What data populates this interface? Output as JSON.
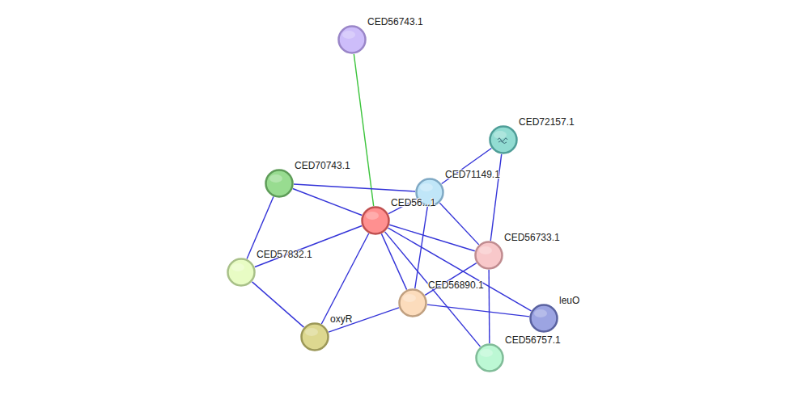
{
  "diagram": {
    "nodes": [
      {
        "text": [
          "CED56743.1"
        ]
      },
      {
        "text": [
          "CED72157.1"
        ]
      },
      {
        "text": [
          "CED70743.1"
        ]
      },
      {
        "text": [
          "CED71149.1"
        ]
      },
      {
        "text": [
          "CED56...1"
        ]
      },
      {
        "text": [
          "CED57832.1"
        ]
      },
      {
        "text": [
          "CED56733.1"
        ]
      },
      {
        "text": [
          "CED56890.1"
        ]
      },
      {
        "text": [
          "leuO"
        ]
      },
      {
        "text": [
          "oxyR"
        ]
      },
      {
        "text": [
          "CED56757.1"
        ]
      }
    ],
    "edges": [
      {
        "from": 0,
        "to": 4,
        "arrow": "none"
      },
      {
        "from": 4,
        "to": 2,
        "arrow": "none"
      },
      {
        "from": 4,
        "to": 3,
        "arrow": "none"
      },
      {
        "from": 4,
        "to": 5,
        "arrow": "none"
      },
      {
        "from": 4,
        "to": 9,
        "arrow": "none"
      },
      {
        "from": 4,
        "to": 7,
        "arrow": "none"
      },
      {
        "from": 4,
        "to": 6,
        "arrow": "none"
      },
      {
        "from": 4,
        "to": 8,
        "arrow": "none"
      },
      {
        "from": 4,
        "to": 10,
        "arrow": "none"
      },
      {
        "from": 2,
        "to": 3,
        "arrow": "none"
      },
      {
        "from": 2,
        "to": 5,
        "arrow": "none"
      },
      {
        "from": 5,
        "to": 9,
        "arrow": "none"
      },
      {
        "from": 9,
        "to": 7,
        "arrow": "none"
      },
      {
        "from": 3,
        "to": 1,
        "arrow": "none"
      },
      {
        "from": 3,
        "to": 7,
        "arrow": "none"
      },
      {
        "from": 3,
        "to": 6,
        "arrow": "none"
      },
      {
        "from": 1,
        "to": 6,
        "arrow": "none"
      },
      {
        "from": 6,
        "to": 7,
        "arrow": "none"
      },
      {
        "from": 6,
        "to": 10,
        "arrow": "none"
      },
      {
        "from": 7,
        "to": 8,
        "arrow": "none"
      }
    ]
  }
}
